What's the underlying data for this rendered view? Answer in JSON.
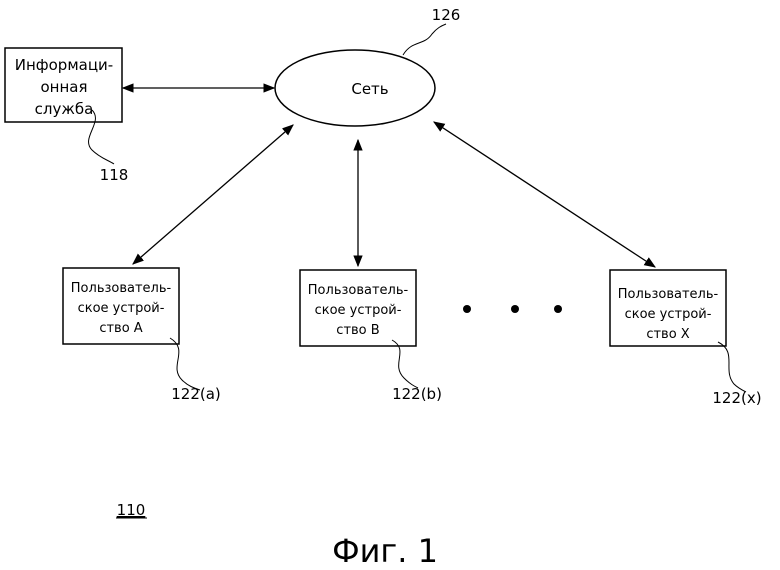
{
  "network": {
    "label": "Сеть",
    "ref": "126"
  },
  "info_service": {
    "lines": [
      "Информаци-",
      "онная",
      "служба"
    ],
    "ref": "118"
  },
  "devices": [
    {
      "lines": [
        "Пользователь-",
        "ское устрой-",
        "ство А"
      ],
      "ref": "122(a)"
    },
    {
      "lines": [
        "Пользователь-",
        "ское устрой-",
        "ство В"
      ],
      "ref": "122(b)"
    },
    {
      "lines": [
        "Пользователь-",
        "ское устрой-",
        "ство Х"
      ],
      "ref": "122(x)"
    }
  ],
  "system_ref": "110",
  "figure_caption": "Фиг. 1"
}
